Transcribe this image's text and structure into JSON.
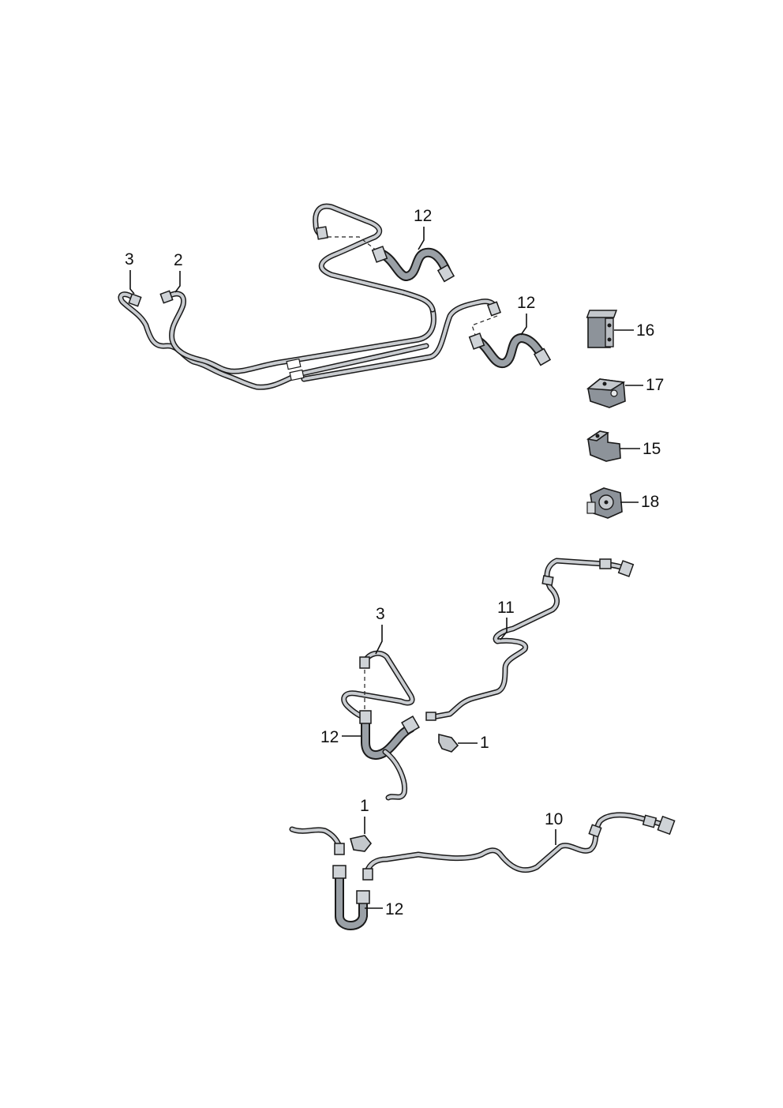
{
  "callouts": {
    "top_3": "3",
    "top_2": "2",
    "top_12a": "12",
    "top_12b": "12",
    "side_16": "16",
    "side_17": "17",
    "side_15": "15",
    "side_18": "18",
    "mid_11": "11",
    "mid_3": "3",
    "mid_12": "12",
    "mid_1": "1",
    "low_1": "1",
    "low_10": "10",
    "low_12": "12"
  }
}
